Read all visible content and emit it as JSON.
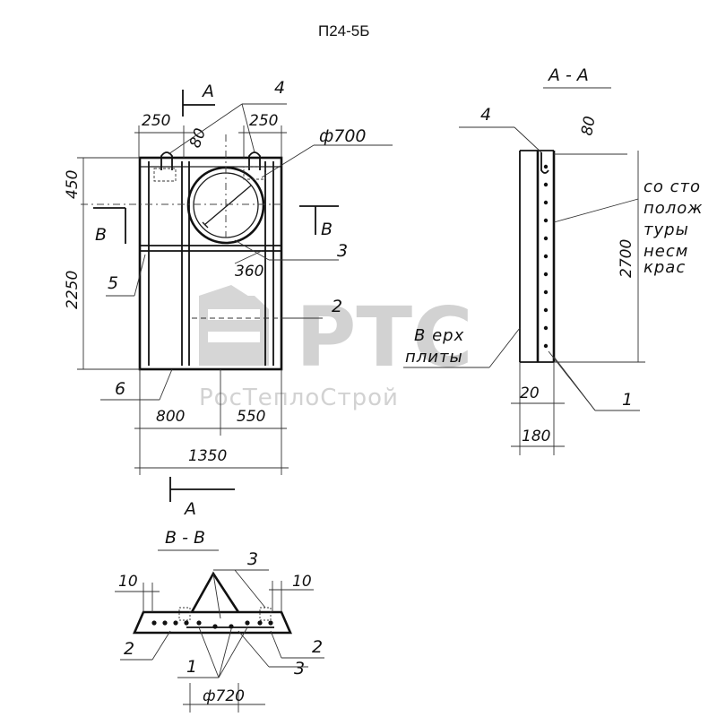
{
  "title": "П24-5Б",
  "section_aa_label": "А - А",
  "section_bb_label": "В - В",
  "cut_a": "А",
  "cut_b": "В",
  "front_view": {
    "dims": {
      "left_top": "250",
      "right_top": "250",
      "mark_80": "80",
      "diameter": "ф700",
      "h_450": "450",
      "h_2250": "2250",
      "d_360": "360",
      "w_800": "800",
      "w_550": "550",
      "w_1350": "1350"
    },
    "callouts": {
      "c4": "4",
      "c5": "5",
      "c3": "3",
      "c2": "2",
      "c6": "6"
    }
  },
  "section_aa": {
    "dims": {
      "mark_80": "80",
      "h_2700": "2700",
      "d_20": "20",
      "d_180": "180"
    },
    "callouts": {
      "c4": "4",
      "c1": "1"
    },
    "top_note": [
      "В ерх",
      "плиты"
    ],
    "side_note": [
      "со сто",
      "полож",
      "туры",
      "несм",
      "крас"
    ]
  },
  "section_bb": {
    "dims": {
      "left_10": "10",
      "right_10": "10",
      "diameter": "ф720"
    },
    "callouts": {
      "c3_top": "3",
      "c2_left": "2",
      "c2_right": "2",
      "c1": "1",
      "c3_bottom": "3"
    }
  },
  "watermark": {
    "logo": "РТС",
    "name": "РосТеплоСтрой"
  }
}
